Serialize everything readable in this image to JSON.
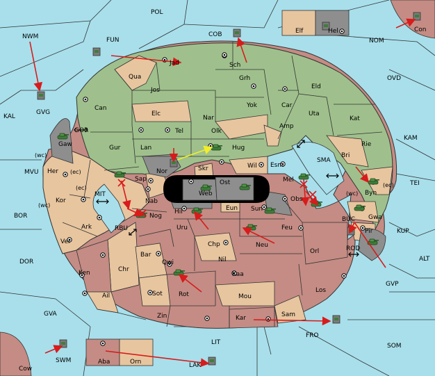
{
  "colors": {
    "sea": "#a8dfeb",
    "land_green": "#9fc08c",
    "land_tan": "#e7c59f",
    "land_red": "#c48c84",
    "impassable_gray": "#8e8e8e",
    "black_zone": "#000000",
    "unit_green": "#3f7d3a",
    "order_red": "#d81b1b",
    "order_yellow": "#f2ee2a"
  },
  "sea_labels": {
    "pol": "POL",
    "nwm": "NWM",
    "fun": "FUN",
    "cob": "COB",
    "nom": "NOM",
    "con": "Con",
    "kal": "KAL",
    "gvg": "GVG",
    "ovd": "OVD",
    "kam": "KAM",
    "mvu": "MVU",
    "gor": "GOR",
    "sma": "SMA",
    "tei": "TEI",
    "bor": "BOR",
    "mit": "MIT",
    "rbu": "RBU",
    "buc": "BUC",
    "kup": "KUP",
    "rod": "ROD",
    "dor": "DOR",
    "alt": "ALT",
    "gvp": "GVP",
    "gva": "GVA",
    "fro": "FRO",
    "som": "SOM",
    "lit": "LIT",
    "swm": "SWM",
    "cow": "Cow",
    "lak": "LAK"
  },
  "land_labels": {
    "elf": "Elf",
    "hel": "Hel",
    "jad": "Jad",
    "sch": "Sch",
    "qua": "Qua",
    "jos": "Jos",
    "grh": "Grh",
    "eld": "Eld",
    "can": "Can",
    "elc": "Elc",
    "nar": "Nar",
    "yok": "Yok",
    "car": "Car",
    "uta": "Uta",
    "kat": "Kat",
    "gaw": "Gaw",
    "tel": "Tel",
    "olk": "Olk",
    "amp": "Amp",
    "rie": "Rie",
    "gur": "Gur",
    "lan": "Lan",
    "hug": "Hug",
    "bri": "Bri",
    "nor": "Nor",
    "skr": "Skr",
    "wil": "Wil",
    "esm": "Esm",
    "her": "Her",
    "sap": "Sap",
    "ost": "Ost",
    "web": "Web",
    "mel": "Mel",
    "byn": "Byn",
    "kor": "Kor",
    "nab": "Nab",
    "eun": "Eun",
    "sun": "Sun",
    "obs": "Obs",
    "gwa": "Gwa",
    "pir": "Pir",
    "nog": "Nog",
    "hil": "Hil",
    "uru": "Uru",
    "feu": "Feu",
    "ark": "Ark",
    "ver": "Ver",
    "chp": "Chp",
    "neu": "Neu",
    "orl": "Orl",
    "bar": "Bar",
    "qwi": "Qwi",
    "nil": "Nil",
    "ken": "Ken",
    "chr": "Chr",
    "kaa": "Kaa",
    "ail": "Ail",
    "sot": "Sot",
    "rot": "Rot",
    "mou": "Mou",
    "los": "Los",
    "zin": "Zin",
    "kar": "Kar",
    "sam": "Sam",
    "aba": "Aba",
    "orn": "Orn"
  },
  "coast_tags": {
    "wc1": "(wc)",
    "ec1": "(ec)",
    "ec2": "(ec)",
    "wc2": "(wc)",
    "wc3": "(wc)",
    "ec3": "(ec)"
  }
}
